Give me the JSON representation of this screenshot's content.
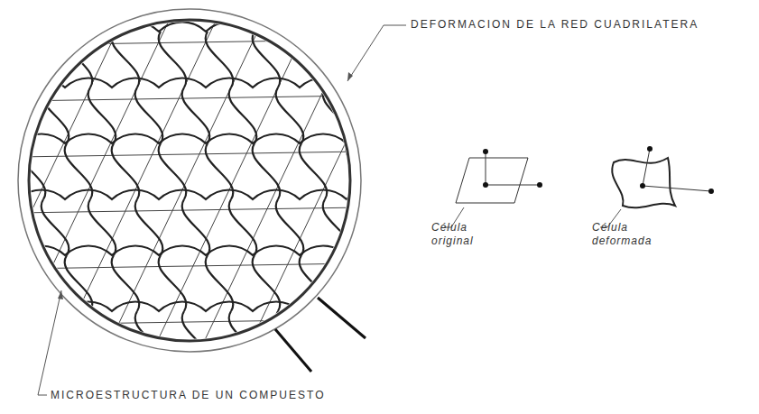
{
  "diagram": {
    "labels": [
      "DEFORMACION DE LA RED CUADRILATERA",
      "Célula original",
      "Célula deformada",
      "MICROESTRUCTURA DE UN COMPUESTO"
    ]
  }
}
